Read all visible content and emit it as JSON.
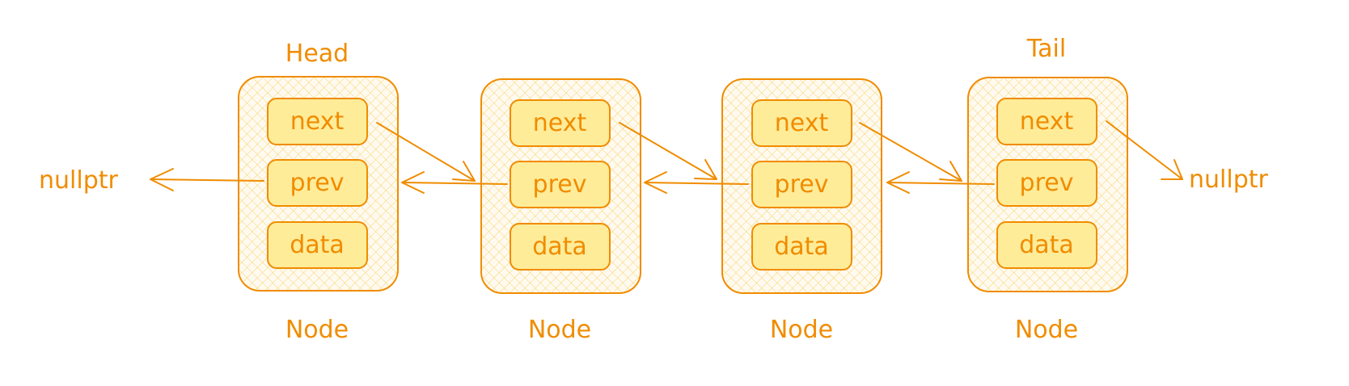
{
  "labels": {
    "head": "Head",
    "tail": "Tail",
    "null_left": "nullptr",
    "null_right": "nullptr"
  },
  "nodes": [
    {
      "label": "Node",
      "fields": [
        "next",
        "prev",
        "data"
      ]
    },
    {
      "label": "Node",
      "fields": [
        "next",
        "prev",
        "data"
      ]
    },
    {
      "label": "Node",
      "fields": [
        "next",
        "prev",
        "data"
      ]
    },
    {
      "label": "Node",
      "fields": [
        "next",
        "prev",
        "data"
      ]
    }
  ],
  "colors": {
    "stroke": "#f08c00",
    "field_fill": "#ffec99",
    "node_fill": "#fff5cc",
    "hatch": "#f6d36a",
    "text": "#f08c00"
  }
}
